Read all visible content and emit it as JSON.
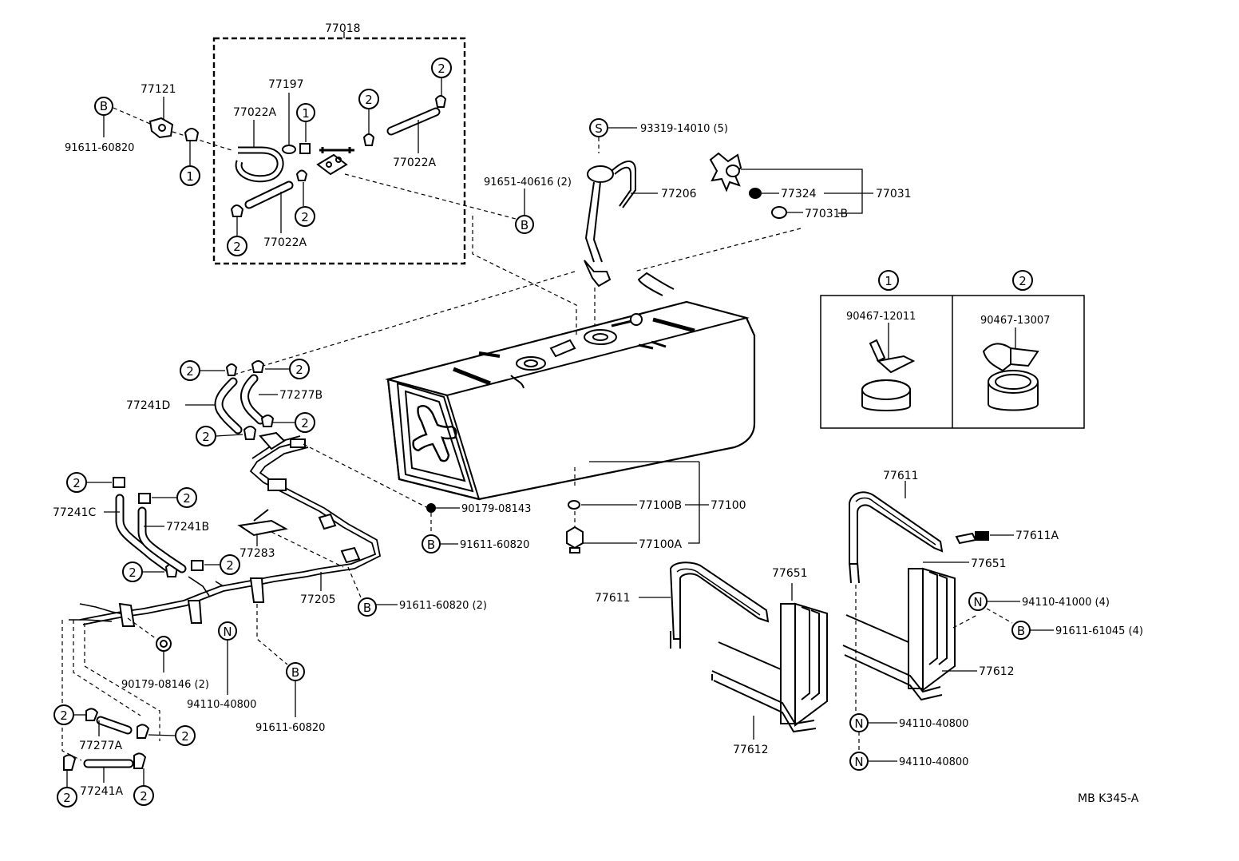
{
  "labels": {
    "l77018": "77018",
    "l77121": "77121",
    "l77197": "77197",
    "l77022a_1": "77022A",
    "l77022a_2": "77022A",
    "l77022a_3": "77022A",
    "l91611_60820_a": "91611-60820",
    "l91651_40616": "91651-40616 (2)",
    "l93319_14010": "93319-14010 (5)",
    "l77206": "77206",
    "l77324": "77324",
    "l77031": "77031",
    "l77031b": "77031B",
    "l90467_12011": "90467-12011",
    "l90467_13007": "90467-13007",
    "l77241d": "77241D",
    "l77277b": "77277B",
    "l77241c": "77241C",
    "l77241b": "77241B",
    "l77283": "77283",
    "l77205": "77205",
    "l90179_08143": "90179-08143",
    "l91611_60820_b": "91611-60820",
    "l91611_60820_2": "91611-60820 (2)",
    "l90179_08146": "90179-08146 (2)",
    "l94110_40800_a": "94110-40800",
    "l91611_60820_c": "91611-60820",
    "l77277a": "77277A",
    "l77241a": "77241A",
    "l77100b": "77100B",
    "l77100": "77100",
    "l77100a": "77100A",
    "l77611_a": "77611",
    "l77611_b": "77611",
    "l77611a": "77611A",
    "l77651_a": "77651",
    "l77651_b": "77651",
    "l94110_41000": "94110-41000 (4)",
    "l91611_61045": "91611-61045 (4)",
    "l77612_a": "77612",
    "l77612_b": "77612",
    "l94110_40800_b": "94110-40800",
    "l94110_40800_c": "94110-40800",
    "code": "MB K345-A"
  },
  "markers": {
    "one": "1",
    "two": "2",
    "b": "B",
    "s": "S",
    "n": "N"
  }
}
